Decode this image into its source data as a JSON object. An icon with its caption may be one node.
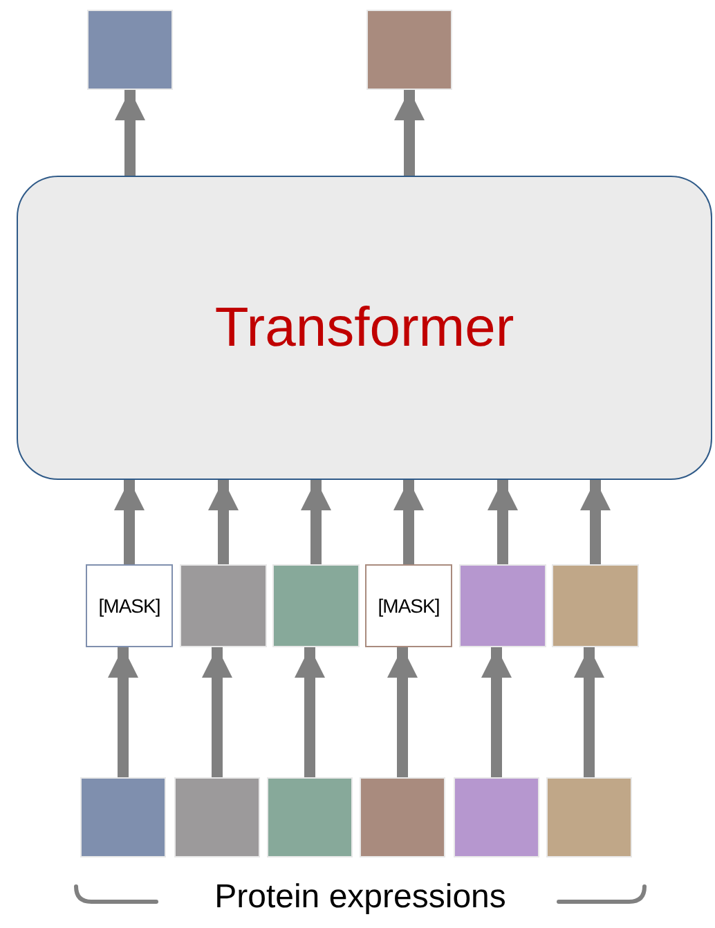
{
  "diagram": {
    "nodes": [
      {
        "text": [],
        "shape": "box"
      },
      {
        "text": [],
        "shape": "box"
      },
      {
        "text": [
          "Transformer"
        ]
      },
      {
        "text": [
          "[MASK]"
        ]
      },
      {
        "text": [],
        "shape": "box"
      },
      {
        "text": [],
        "shape": "box"
      },
      {
        "text": [
          "[MASK]"
        ]
      },
      {
        "text": [],
        "shape": "box"
      },
      {
        "text": [],
        "shape": "box"
      },
      {
        "text": [],
        "shape": "box"
      },
      {
        "text": [],
        "shape": "box"
      },
      {
        "text": [],
        "shape": "box"
      },
      {
        "text": [],
        "shape": "box"
      },
      {
        "text": [],
        "shape": "box"
      },
      {
        "text": [],
        "shape": "box"
      }
    ],
    "edges": [
      {
        "from": 2,
        "to": 0,
        "arrow": "to"
      },
      {
        "from": 2,
        "to": 1,
        "arrow": "to"
      },
      {
        "from": 3,
        "to": 2,
        "arrow": "to"
      },
      {
        "from": 4,
        "to": 2,
        "arrow": "to"
      },
      {
        "from": 5,
        "to": 2,
        "arrow": "to"
      },
      {
        "from": 6,
        "to": 2,
        "arrow": "to"
      },
      {
        "from": 7,
        "to": 2,
        "arrow": "to"
      },
      {
        "from": 8,
        "to": 2,
        "arrow": "to"
      },
      {
        "from": 9,
        "to": 3,
        "arrow": "to"
      },
      {
        "from": 10,
        "to": 4,
        "arrow": "to"
      },
      {
        "from": 11,
        "to": 5,
        "arrow": "to"
      },
      {
        "from": 12,
        "to": 6,
        "arrow": "to"
      },
      {
        "from": 13,
        "to": 7,
        "arrow": "to"
      },
      {
        "from": 14,
        "to": 8,
        "arrow": "to"
      }
    ],
    "labels": [
      "Protein expressions"
    ]
  }
}
